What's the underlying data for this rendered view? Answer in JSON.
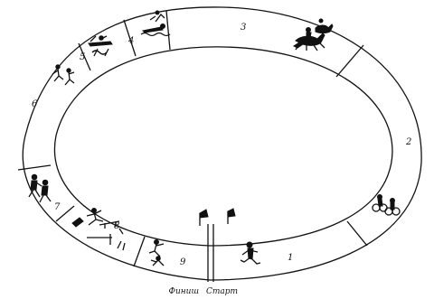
{
  "diagram": {
    "segments": [
      {
        "number": "1",
        "figure": "running-figure-icon"
      },
      {
        "number": "2",
        "figure": "cyclists-icon"
      },
      {
        "number": "3",
        "figure": "horse-riders-icon"
      },
      {
        "number": "4",
        "figure": "swimmers-icon"
      },
      {
        "number": "5",
        "figure": "rowing-figures-icon"
      },
      {
        "number": "6",
        "figure": "ski-runners-icon"
      },
      {
        "number": "7",
        "figure": "runners-pair-icon"
      },
      {
        "number": "8",
        "figure": "obstacle-course-icon"
      },
      {
        "number": "9",
        "figure": "crawling-figures-icon"
      }
    ],
    "finish_label": "Финиш",
    "start_label": "Старт"
  }
}
